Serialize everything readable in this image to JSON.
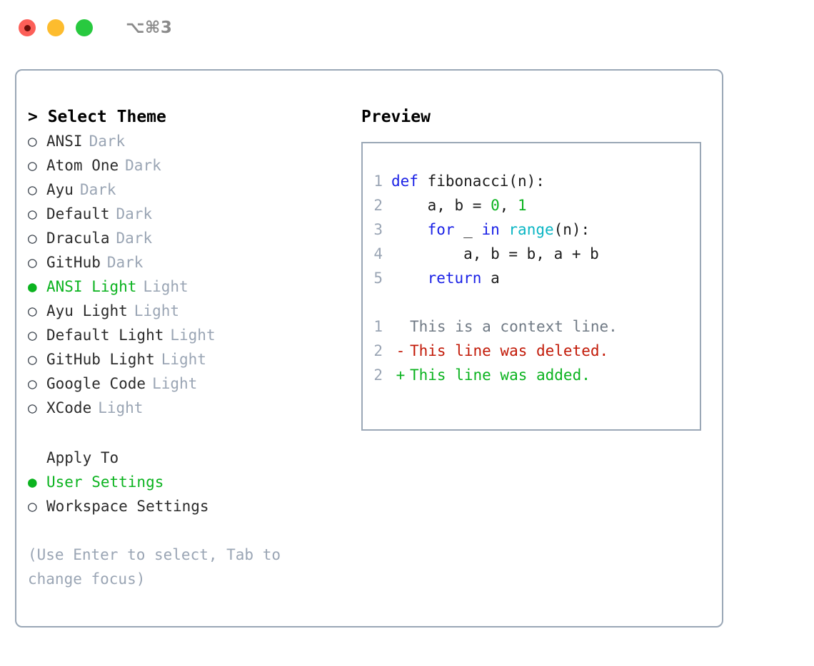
{
  "window": {
    "shortcut_badge": "⌥⌘3",
    "traffic_lights": [
      "close",
      "minimize",
      "zoom"
    ]
  },
  "theme_panel": {
    "heading": "> Select Theme",
    "marker_selected": "●",
    "marker_unselected": "○",
    "accent_color": "#0bb31f",
    "tag_color": "#9aa5b4",
    "items": [
      {
        "name": "ANSI",
        "tag": "Dark",
        "selected": false
      },
      {
        "name": "Atom One",
        "tag": "Dark",
        "selected": false
      },
      {
        "name": "Ayu",
        "tag": "Dark",
        "selected": false
      },
      {
        "name": "Default",
        "tag": "Dark",
        "selected": false
      },
      {
        "name": "Dracula",
        "tag": "Dark",
        "selected": false
      },
      {
        "name": "GitHub",
        "tag": "Dark",
        "selected": false
      },
      {
        "name": "ANSI Light",
        "tag": "Light",
        "selected": true
      },
      {
        "name": "Ayu Light",
        "tag": "Light",
        "selected": false
      },
      {
        "name": "Default Light",
        "tag": "Light",
        "selected": false
      },
      {
        "name": "GitHub Light",
        "tag": "Light",
        "selected": false
      },
      {
        "name": "Google Code",
        "tag": "Light",
        "selected": false
      },
      {
        "name": "XCode",
        "tag": "Light",
        "selected": false
      }
    ]
  },
  "apply_to": {
    "heading": "Apply To",
    "options": [
      {
        "label": "User Settings",
        "selected": true
      },
      {
        "label": "Workspace Settings",
        "selected": false
      }
    ]
  },
  "hint": "(Use Enter to select, Tab to change focus)",
  "preview": {
    "heading": "Preview",
    "code": [
      {
        "lineno": "1",
        "tokens": [
          {
            "t": "def",
            "c": "kw"
          },
          {
            "t": " fibonacci(n):",
            "c": "plain"
          }
        ]
      },
      {
        "lineno": "2",
        "tokens": [
          {
            "t": "    a, b = ",
            "c": "plain"
          },
          {
            "t": "0",
            "c": "num"
          },
          {
            "t": ", ",
            "c": "plain"
          },
          {
            "t": "1",
            "c": "num"
          }
        ]
      },
      {
        "lineno": "3",
        "tokens": [
          {
            "t": "    ",
            "c": "plain"
          },
          {
            "t": "for",
            "c": "kw"
          },
          {
            "t": " _ ",
            "c": "plain"
          },
          {
            "t": "in",
            "c": "kw"
          },
          {
            "t": " ",
            "c": "plain"
          },
          {
            "t": "range",
            "c": "fn"
          },
          {
            "t": "(n):",
            "c": "plain"
          }
        ]
      },
      {
        "lineno": "4",
        "tokens": [
          {
            "t": "        a, b = b, a + b",
            "c": "plain"
          }
        ]
      },
      {
        "lineno": "5",
        "tokens": [
          {
            "t": "    ",
            "c": "plain"
          },
          {
            "t": "return",
            "c": "kw"
          },
          {
            "t": " a",
            "c": "plain"
          }
        ]
      }
    ],
    "diff": [
      {
        "lineno": "1",
        "sign": " ",
        "text": "This is a context line.",
        "kind": "ctx"
      },
      {
        "lineno": "2",
        "sign": "-",
        "text": "This line was deleted.",
        "kind": "del"
      },
      {
        "lineno": "2",
        "sign": "+",
        "text": "This line was added.",
        "kind": "add"
      }
    ],
    "colors": {
      "keyword": "#1a21e6",
      "function": "#0bb6c4",
      "number": "#0bb31f",
      "added": "#0bb31f",
      "deleted": "#c21a08",
      "context": "#707a85",
      "lineno": "#9aa5b4"
    }
  }
}
